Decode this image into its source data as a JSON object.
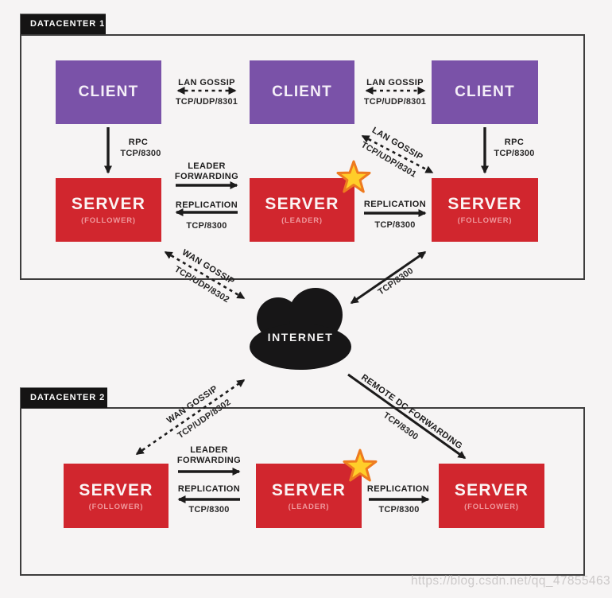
{
  "watermark": "https://blog.csdn.net/qq_47855463",
  "internet": {
    "label": "INTERNET"
  },
  "colors": {
    "purple": "#7a52a8",
    "red": "#d1262e",
    "black": "#151414",
    "star_fill": "#ffce29",
    "star_stroke": "#ee7a1f"
  },
  "dc1": {
    "tab": "DATACENTER 1",
    "client1": "CLIENT",
    "client2": "CLIENT",
    "client3": "CLIENT",
    "server1": {
      "name": "SERVER",
      "role": "(FOLLOWER)"
    },
    "server2": {
      "name": "SERVER",
      "role": "(LEADER)"
    },
    "server3": {
      "name": "SERVER",
      "role": "(FOLLOWER)"
    },
    "lan_left": {
      "title": "LAN GOSSIP",
      "port": "TCP/UDP/8301"
    },
    "lan_right": {
      "title": "LAN GOSSIP",
      "port": "TCP/UDP/8301"
    },
    "lan_diag": {
      "title": "LAN GOSSIP",
      "port": "TCP/UDP/8301"
    },
    "rpc_left": {
      "title": "RPC",
      "port": "TCP/8300"
    },
    "rpc_right": {
      "title": "RPC",
      "port": "TCP/8300"
    },
    "forward": {
      "leader1": "LEADER",
      "leader2": "FORWARDING",
      "replication": "REPLICATION",
      "port": "TCP/8300"
    },
    "replication": {
      "title": "REPLICATION",
      "port": "TCP/8300"
    }
  },
  "links": {
    "wan_top": {
      "title": "WAN GOSSIP",
      "port": "TCP/UDP/8302"
    },
    "tcp": {
      "label": "TCP/8300"
    },
    "wan_bottom": {
      "title": "WAN GOSSIP",
      "port": "TCP/UDP/8302"
    },
    "remote": {
      "title": "REMOTE DC FORWARDING",
      "port": "TCP/8300"
    }
  },
  "dc2": {
    "tab": "DATACENTER 2",
    "server1": {
      "name": "SERVER",
      "role": "(FOLLOWER)"
    },
    "server2": {
      "name": "SERVER",
      "role": "(LEADER)"
    },
    "server3": {
      "name": "SERVER",
      "role": "(FOLLOWER)"
    },
    "forward": {
      "leader1": "LEADER",
      "leader2": "FORWARDING",
      "replication": "REPLICATION",
      "port": "TCP/8300"
    },
    "replication": {
      "title": "REPLICATION",
      "port": "TCP/8300"
    }
  }
}
